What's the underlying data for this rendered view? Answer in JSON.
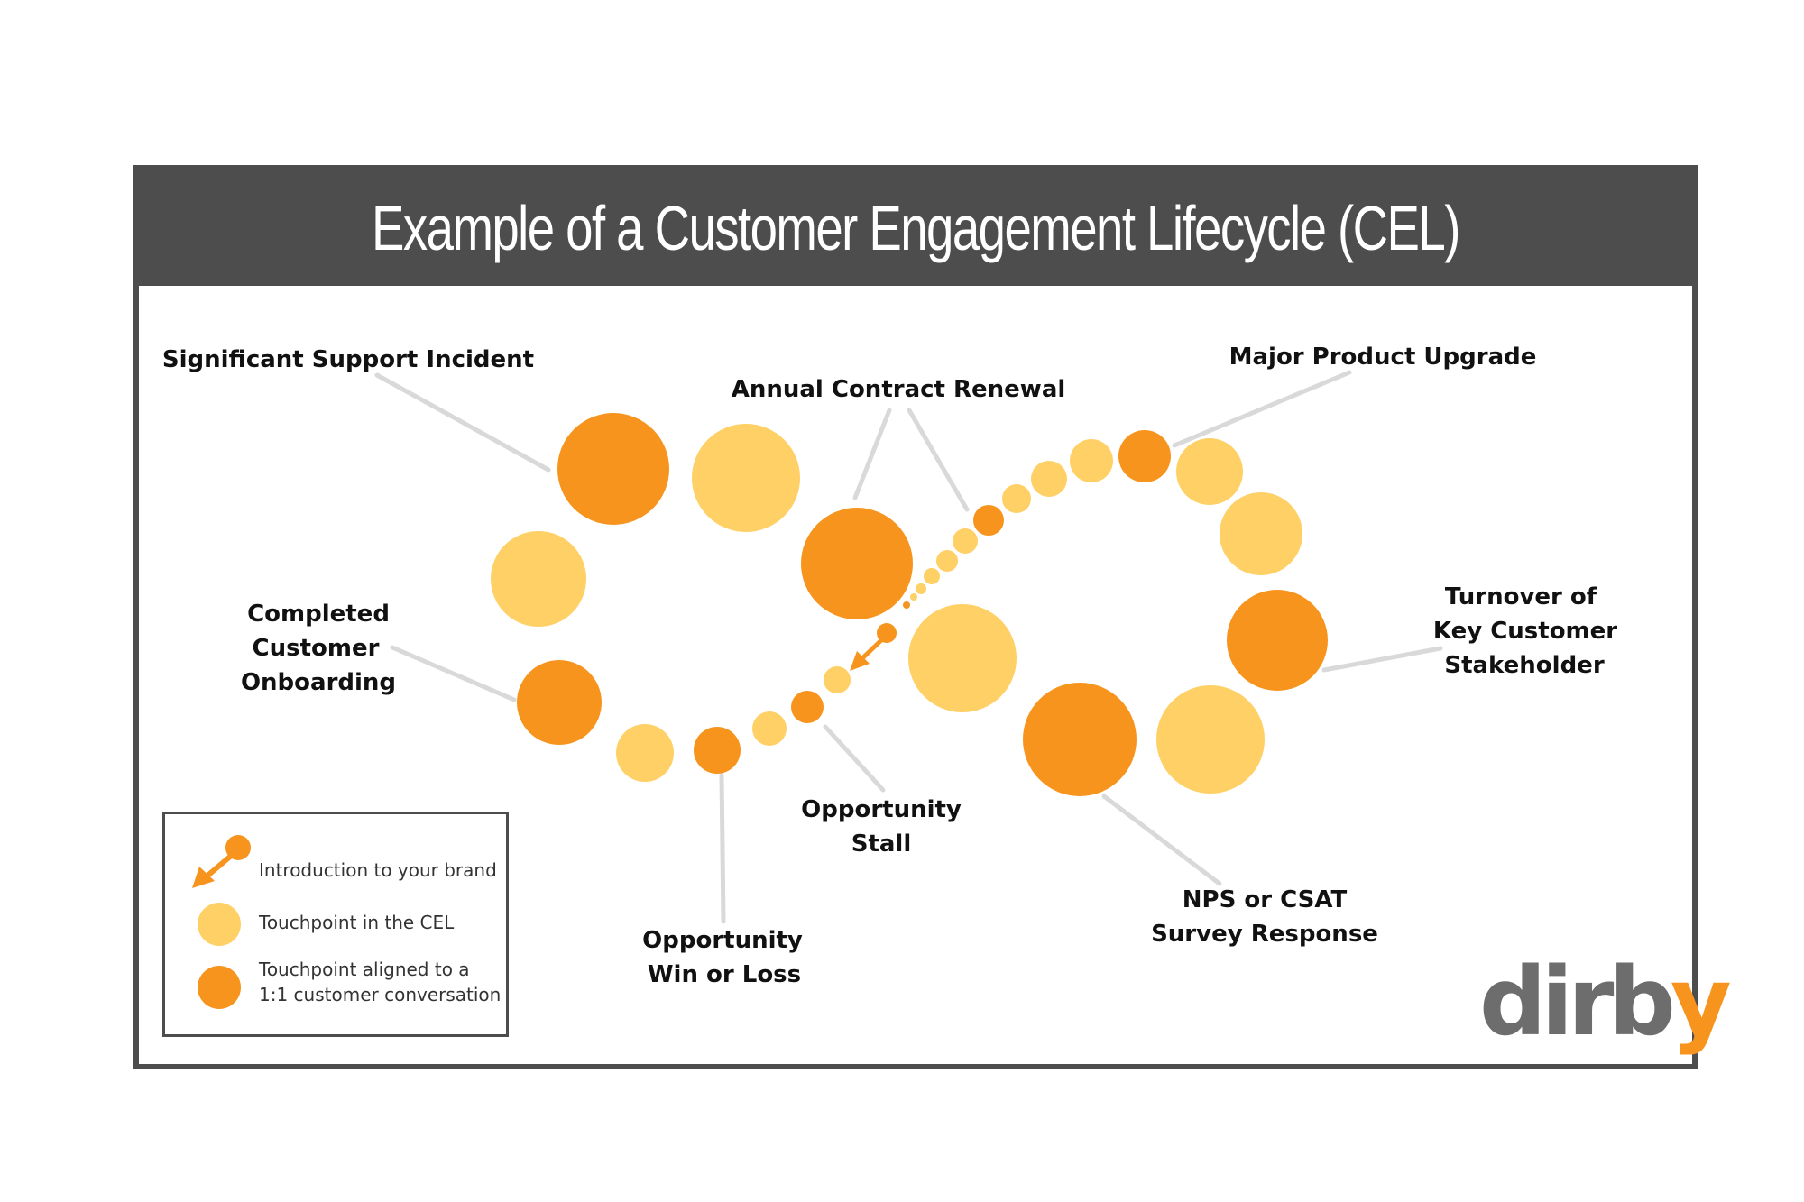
{
  "title": "Example of a Customer Engagement Lifecycle (CEL)",
  "colors": {
    "frame": "#4d4d4d",
    "touchpoint": "#fed065",
    "aligned": "#f7941d",
    "connector": "#d9d9d9"
  },
  "labels": {
    "support_incident": "Significant Support Incident",
    "contract_renewal": "Annual Contract Renewal",
    "product_upgrade": "Major Product Upgrade",
    "onboarding": [
      "Completed",
      "Customer",
      "Onboarding"
    ],
    "stakeholder_turnover": [
      "Turnover of",
      "Key Customer",
      "Stakeholder"
    ],
    "opportunity_stall": [
      "Opportunity",
      "Stall"
    ],
    "win_or_loss": [
      "Opportunity",
      "Win or Loss"
    ],
    "nps_csat": [
      "NPS or CSAT",
      "Survey Response"
    ]
  },
  "legend": {
    "introduction": "Introduction to your brand",
    "touchpoint": "Touchpoint in the CEL",
    "aligned_line1": "Touchpoint aligned to a",
    "aligned_line2": "1:1 customer conversation"
  },
  "logo": {
    "text_main": "dirb",
    "text_accent": "y"
  }
}
